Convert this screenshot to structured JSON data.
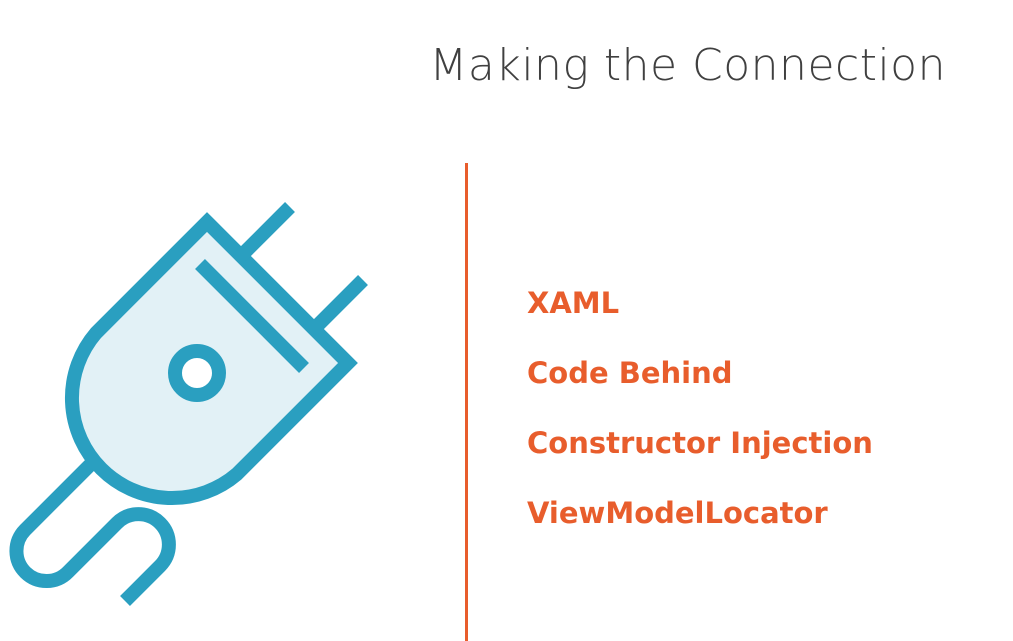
{
  "title": "Making the Connection",
  "icon": "plug-icon",
  "items": [
    {
      "label": "XAML"
    },
    {
      "label": "Code Behind"
    },
    {
      "label": "Constructor Injection"
    },
    {
      "label": "ViewModelLocator"
    }
  ],
  "colors": {
    "accent": "#e85d2c",
    "icon_stroke": "#2a9fc0",
    "icon_fill": "#e2f1f6",
    "title": "#404040",
    "background": "#ffffff"
  }
}
